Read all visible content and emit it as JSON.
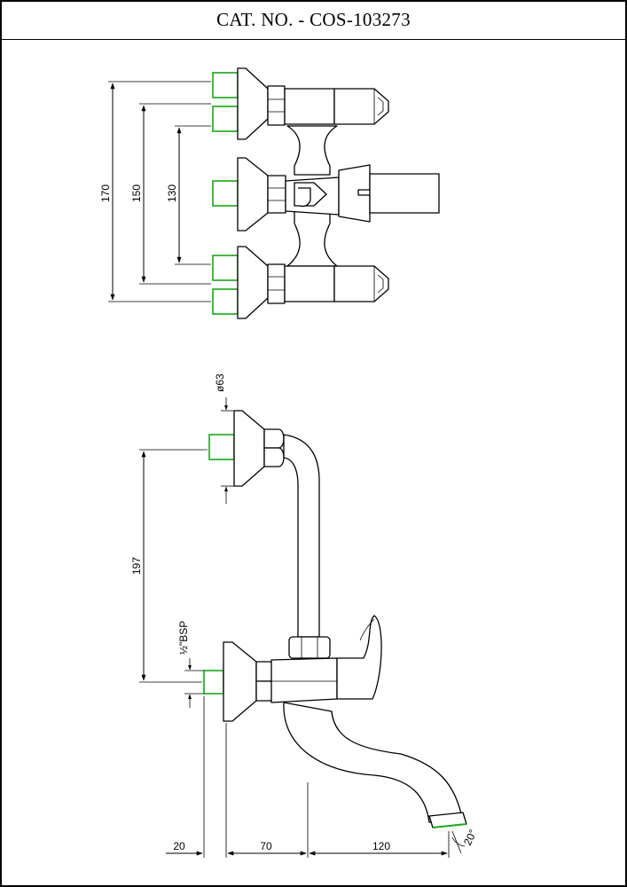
{
  "header": {
    "catalog_no": "CAT. NO. - COS-103273"
  },
  "top_view": {
    "dimensions": {
      "outer": "170",
      "middle": "150",
      "inner": "130"
    }
  },
  "side_view": {
    "dimensions": {
      "flange_diameter": "ø63",
      "height": "197",
      "thread": "½\"BSP",
      "inlet": "20",
      "body": "70",
      "spout": "120",
      "angle": "20°"
    }
  },
  "colors": {
    "thread_highlight": "#1aa51a",
    "line": "#000000"
  }
}
